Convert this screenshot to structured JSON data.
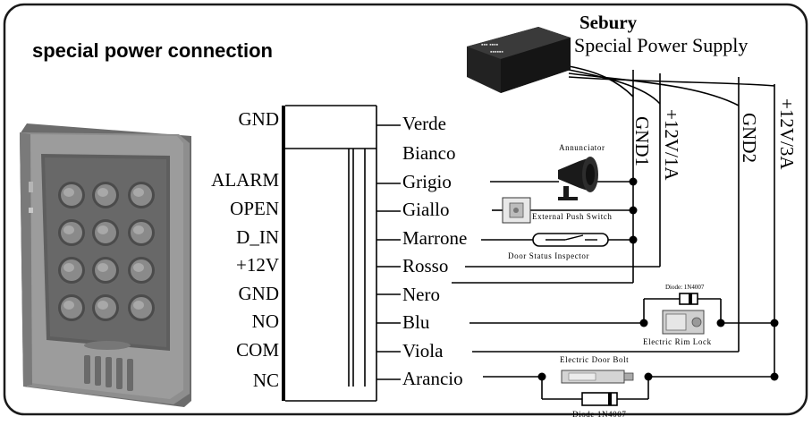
{
  "title": "special power connection",
  "power_supply": {
    "brand": "Sebury",
    "name": "Special Power Supply",
    "outputs": [
      "GND1",
      "+12V/1A",
      "GND2",
      "+12V/3A"
    ]
  },
  "terminals": [
    "GND",
    "ALARM",
    "OPEN",
    "D_IN",
    "+12V",
    "GND",
    "NO",
    "COM",
    "NC"
  ],
  "wire_colors": [
    "Verde",
    "Bianco",
    "Grigio",
    "Giallo",
    "Marrone",
    "Rosso",
    "Nero",
    "Blu",
    "Viola",
    "Arancio"
  ],
  "devices": {
    "annunciator": "Annunciator",
    "push_switch": "External Push Switch",
    "door_status": "Door Status Inspector",
    "rim_lock": "Electric Rim Lock",
    "door_bolt": "Electric Door Bolt",
    "diode_bolt": "Diode 1N4007"
  },
  "colors": {
    "border": "#1a1a1a",
    "keypad_body": "#8a8a8a",
    "keypad_panel": "#5f5f5f",
    "psu_body": "#2b2b2b"
  }
}
